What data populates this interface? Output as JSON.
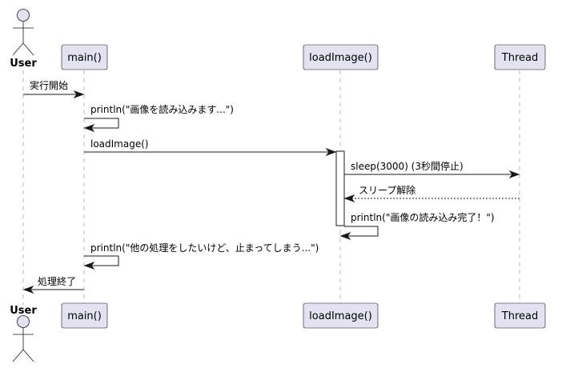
{
  "participants": {
    "user": "User",
    "main": "main()",
    "loadImage": "loadImage()",
    "thread": "Thread"
  },
  "messages": {
    "m1": "実行開始",
    "m2": "println(\"画像を読み込みます...\")",
    "m3": "loadImage()",
    "m4": "sleep(3000) (3秒間停止)",
    "m5": "スリープ解除",
    "m6": "println(\"画像の読み込み完了！\")",
    "m7": "println(\"他の処理をしたいけど、止まってしまう...\")",
    "m8": "処理終了"
  }
}
